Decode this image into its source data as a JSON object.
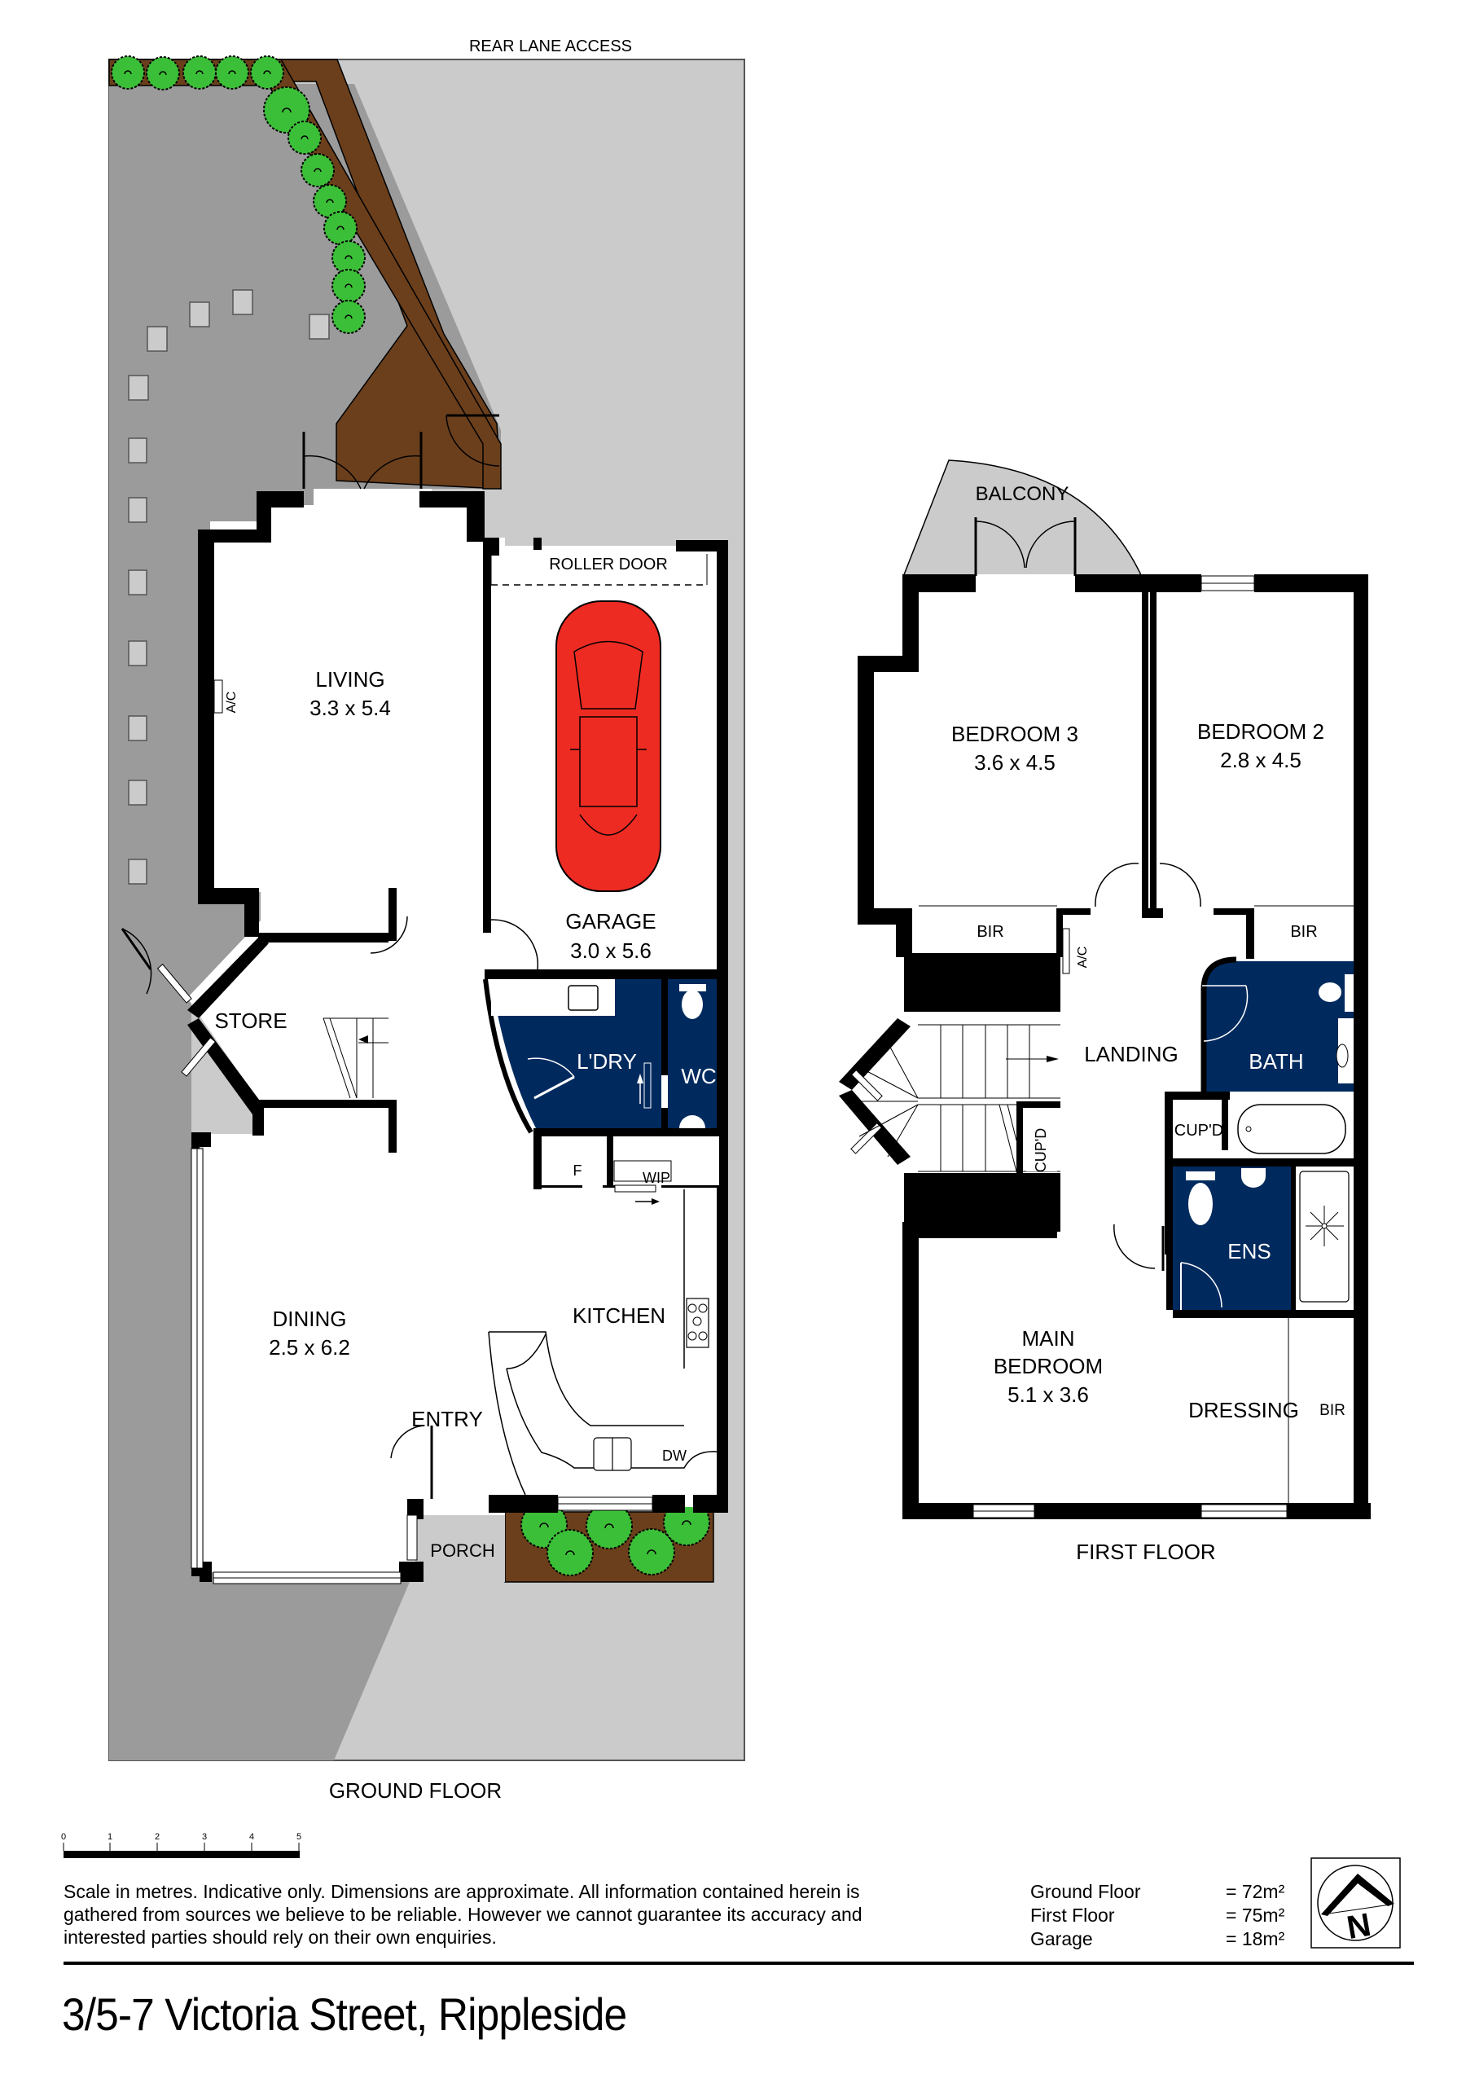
{
  "document": {
    "address": "3/5-7 Victoria Street, Rippleside",
    "disclaimer": "Scale in metres. Indicative only. Dimensions are approximate. All information contained herein is gathered from sources we believe to be reliable. However we cannot guarantee its accuracy and interested parties should rely on their own enquiries."
  },
  "scale_bar": {
    "ticks": [
      "0",
      "1",
      "2",
      "3",
      "4",
      "5"
    ],
    "unit": "metres"
  },
  "areas": [
    {
      "label": "Ground Floor",
      "value": "= 72m²"
    },
    {
      "label": "First Floor",
      "value": "= 75m²"
    },
    {
      "label": "Garage",
      "value": "= 18m²"
    }
  ],
  "compass": {
    "icon": "north-arrow-icon",
    "letter": "N"
  },
  "ground_floor": {
    "title": "GROUND FLOOR",
    "rear_access": "REAR LANE ACCESS",
    "rooms": {
      "living": {
        "name": "LIVING",
        "dims": "3.3 x 5.4"
      },
      "garage": {
        "name": "GARAGE",
        "dims": "3.0 x 5.6"
      },
      "dining": {
        "name": "DINING",
        "dims": "2.5 x 6.2"
      },
      "kitchen": {
        "name": "KITCHEN"
      },
      "entry": {
        "name": "ENTRY"
      },
      "porch": {
        "name": "PORCH"
      },
      "store": {
        "name": "STORE"
      },
      "laundry": {
        "name": "L'DRY"
      },
      "wc": {
        "name": "WC"
      },
      "fridge": {
        "name": "F"
      },
      "wip": {
        "name": "WIP"
      },
      "dw": {
        "name": "DW"
      }
    },
    "roller_door": "ROLLER DOOR",
    "ac": "A/C"
  },
  "first_floor": {
    "title": "FIRST FLOOR",
    "rooms": {
      "balcony": {
        "name": "BALCONY"
      },
      "bedroom3": {
        "name": "BEDROOM 3",
        "dims": "3.6 x 4.5"
      },
      "bedroom2": {
        "name": "BEDROOM 2",
        "dims": "2.8 x 4.5"
      },
      "bir_b3": {
        "name": "BIR"
      },
      "bir_b2": {
        "name": "BIR"
      },
      "landing": {
        "name": "LANDING"
      },
      "bath": {
        "name": "BATH"
      },
      "cupd_bath": {
        "name": "CUP'D"
      },
      "cupd_stair": {
        "name": "CUP'D"
      },
      "ens": {
        "name": "ENS"
      },
      "main_bedroom_line1": {
        "name": "MAIN"
      },
      "main_bedroom_line2": {
        "name": "BEDROOM"
      },
      "main_bedroom_dims": {
        "dims": "5.1 x 3.6"
      },
      "dressing": {
        "name": "DRESSING"
      },
      "bir_main": {
        "name": "BIR"
      }
    },
    "ac": "A/C"
  },
  "colors": {
    "wall": "#000000",
    "wet_area": "#002a5e",
    "paving_dark": "#9b9b9b",
    "paving_light": "#cbcbcb",
    "garden_bed": "#6b3f1b",
    "shrub": "#3cbf38",
    "car": "#ee2b22"
  }
}
